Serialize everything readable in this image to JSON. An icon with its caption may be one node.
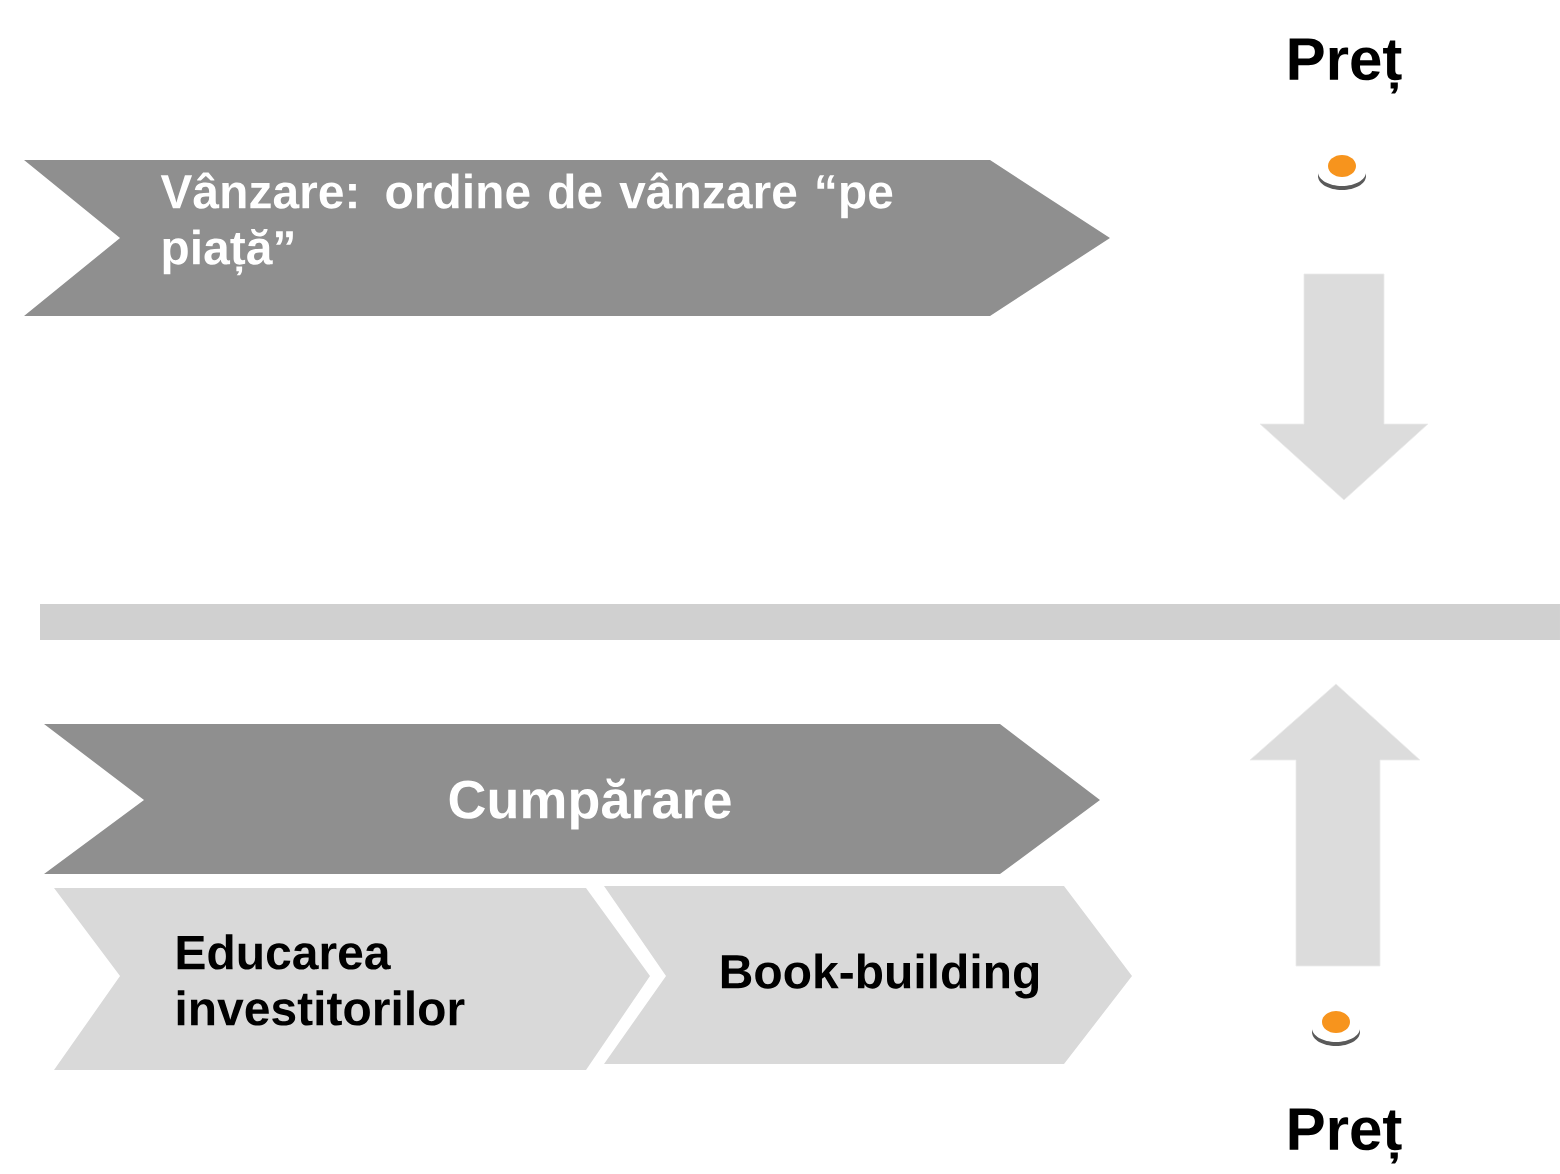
{
  "diagram": {
    "nodes": [
      {
        "text": [
          "Vânzare: ordine de vânzare “pe piață”"
        ]
      },
      {
        "text": [],
        "shape": "bar"
      },
      {
        "text": [
          "Cumpărare"
        ]
      },
      {
        "text": [
          "Educarea investitorilor"
        ]
      },
      {
        "text": [
          "Book-building"
        ]
      }
    ],
    "labels": [
      "Preț",
      "Preț"
    ]
  }
}
